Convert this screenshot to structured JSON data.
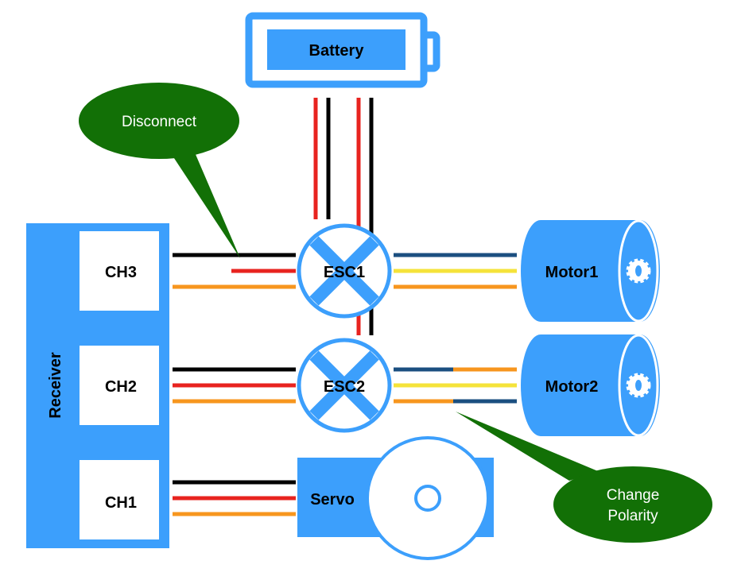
{
  "colors": {
    "blue": "#3c9ffc",
    "callout_green": "#127006",
    "wire_black": "#000000",
    "wire_red": "#e8231f",
    "wire_orange": "#f7961e",
    "wire_yellow": "#f5e33a",
    "wire_navy": "#1b4f80"
  },
  "battery": {
    "label": "Battery"
  },
  "receiver": {
    "label": "Receiver",
    "channels": [
      {
        "label": "CH3"
      },
      {
        "label": "CH2"
      },
      {
        "label": "CH1"
      }
    ]
  },
  "escs": [
    {
      "label": "ESC1"
    },
    {
      "label": "ESC2"
    }
  ],
  "motors": [
    {
      "label": "Motor1"
    },
    {
      "label": "Motor2"
    }
  ],
  "servo": {
    "label": "Servo"
  },
  "callouts": {
    "disconnect": {
      "text": "Disconnect"
    },
    "change_polarity": {
      "line1": "Change",
      "line2": "Polarity"
    }
  },
  "wiring": {
    "ch3_to_esc1": [
      "black",
      "red",
      "orange"
    ],
    "ch3_red_disconnected": true,
    "ch2_to_esc2": [
      "black",
      "red",
      "orange"
    ],
    "ch1_to_servo": [
      "black",
      "red",
      "orange"
    ],
    "esc1_to_motor1": [
      "navy",
      "yellow",
      "orange"
    ],
    "esc2_to_motor2_swapped": [
      "navy→orange",
      "yellow",
      "orange→navy"
    ]
  }
}
